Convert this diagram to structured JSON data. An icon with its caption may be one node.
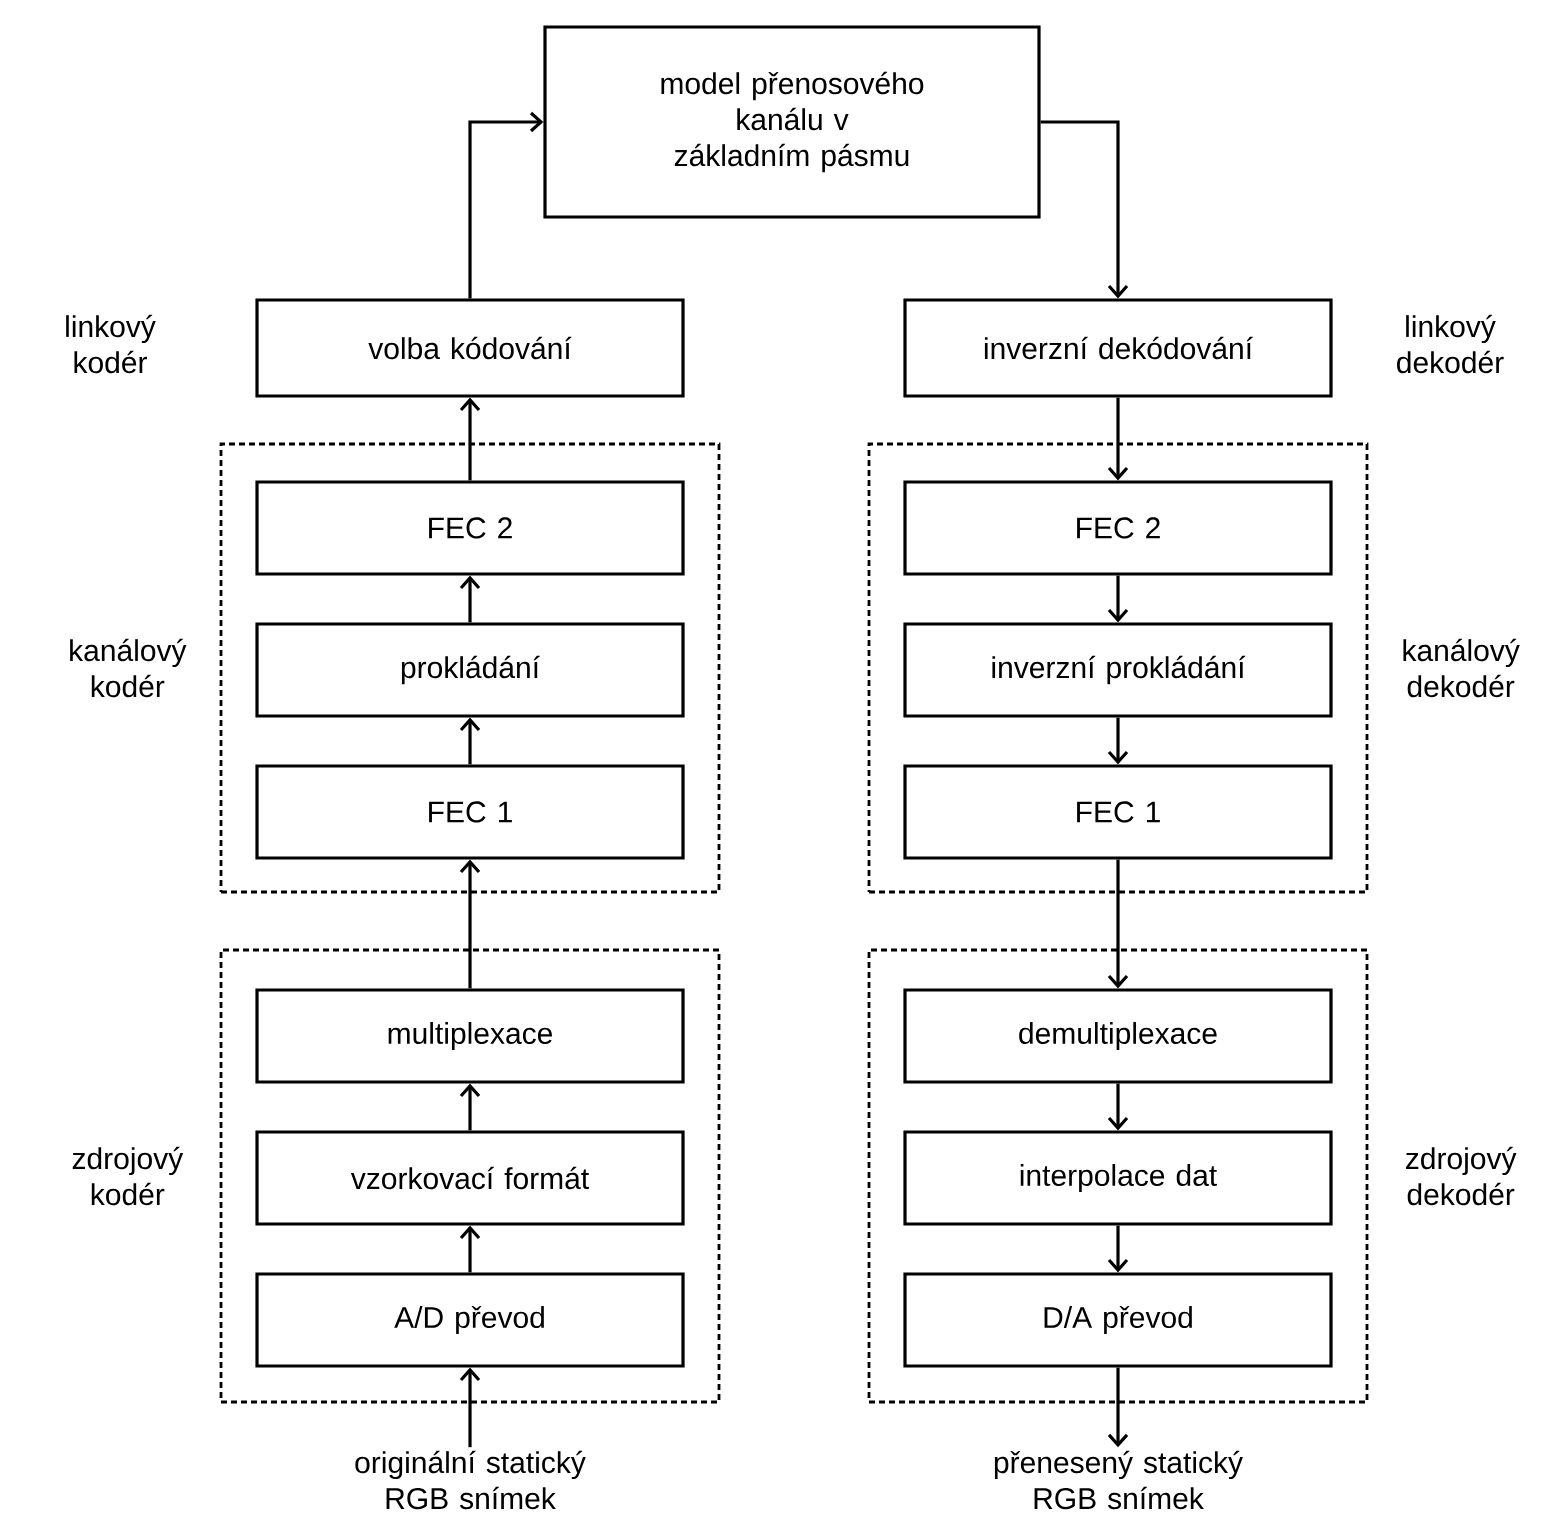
{
  "diagram": {
    "nodes": [
      {
        "text": [
          "model přenosového kanálu v základním pásmu"
        ]
      },
      {
        "text": [
          "volba kódování"
        ]
      },
      {
        "text": [
          "inverzní dekódování"
        ]
      },
      {
        "text": [
          "kanálový kodér"
        ]
      },
      {
        "text": [
          "FEC 2"
        ],
        "in": 3
      },
      {
        "text": [
          "prokládání"
        ],
        "in": 3
      },
      {
        "text": [
          "FEC 1"
        ],
        "in": 3
      },
      {
        "text": [
          "kanálový dekodér"
        ]
      },
      {
        "text": [
          "FEC 2"
        ],
        "in": 7
      },
      {
        "text": [
          "inverzní prokládání"
        ],
        "in": 7
      },
      {
        "text": [
          "FEC 1"
        ],
        "in": 7
      },
      {
        "text": [
          "zdrojový kodér"
        ]
      },
      {
        "text": [
          "multiplexace"
        ],
        "in": 11
      },
      {
        "text": [
          "vzorkovací formát"
        ],
        "in": 11
      },
      {
        "text": [
          "A/D převod"
        ],
        "in": 11
      },
      {
        "text": [
          "zdrojový dekodér"
        ]
      },
      {
        "text": [
          "demultiplexace"
        ],
        "in": 15
      },
      {
        "text": [
          "interpolace dat"
        ],
        "in": 15
      },
      {
        "text": [
          "D/A převod"
        ],
        "in": 15
      },
      {
        "text": [
          "originální statický RGB snímek"
        ]
      },
      {
        "text": [
          "přenesený statický RGB snímek"
        ]
      }
    ],
    "edges": [
      {
        "from": 19,
        "to": 14,
        "arrow": "to"
      },
      {
        "from": 14,
        "to": 13,
        "arrow": "to"
      },
      {
        "from": 13,
        "to": 12,
        "arrow": "to"
      },
      {
        "from": 12,
        "to": 6,
        "arrow": "to"
      },
      {
        "from": 6,
        "to": 5,
        "arrow": "to"
      },
      {
        "from": 5,
        "to": 4,
        "arrow": "to"
      },
      {
        "from": 4,
        "to": 1,
        "arrow": "to"
      },
      {
        "from": 1,
        "to": 0,
        "arrow": "to"
      },
      {
        "from": 0,
        "to": 2,
        "arrow": "to"
      },
      {
        "from": 2,
        "to": 8,
        "arrow": "to"
      },
      {
        "from": 8,
        "to": 9,
        "arrow": "to"
      },
      {
        "from": 9,
        "to": 10,
        "arrow": "to"
      },
      {
        "from": 10,
        "to": 16,
        "arrow": "to"
      },
      {
        "from": 16,
        "to": 17,
        "arrow": "to"
      },
      {
        "from": 17,
        "to": 18,
        "arrow": "to"
      },
      {
        "from": 18,
        "to": 20,
        "arrow": "to"
      }
    ],
    "labels": [
      "linkový kodér",
      "linkový dekodér"
    ]
  }
}
